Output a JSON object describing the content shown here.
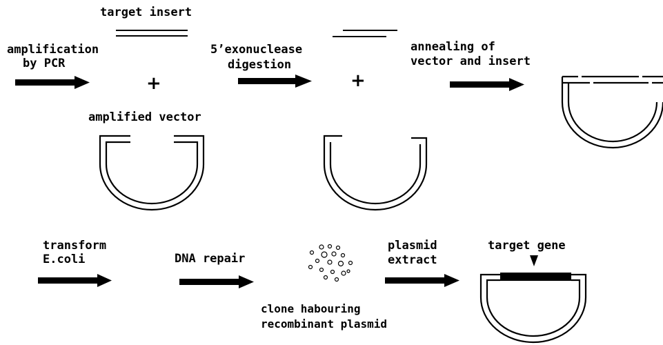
{
  "labels": {
    "target_insert": "target insert",
    "amplification_line1": "amplification",
    "amplification_line2": "by PCR",
    "exonuclease_line1": "5’exonuclease",
    "exonuclease_line2": "digestion",
    "annealing_line1": "annealing of",
    "annealing_line2": "vector and insert",
    "amplified_vector": "amplified vector",
    "transform_line1": "transform",
    "transform_line2": "E.coli",
    "dna_repair": "DNA repair",
    "plasmid_extract_line1": "plasmid",
    "plasmid_extract_line2": "extract",
    "target_gene": "target gene",
    "clone_line1": "clone habouring",
    "clone_line2": "recombinant plasmid"
  },
  "symbols": {
    "plus": "+"
  },
  "colors": {
    "ink": "#000000",
    "background": "#ffffff"
  }
}
